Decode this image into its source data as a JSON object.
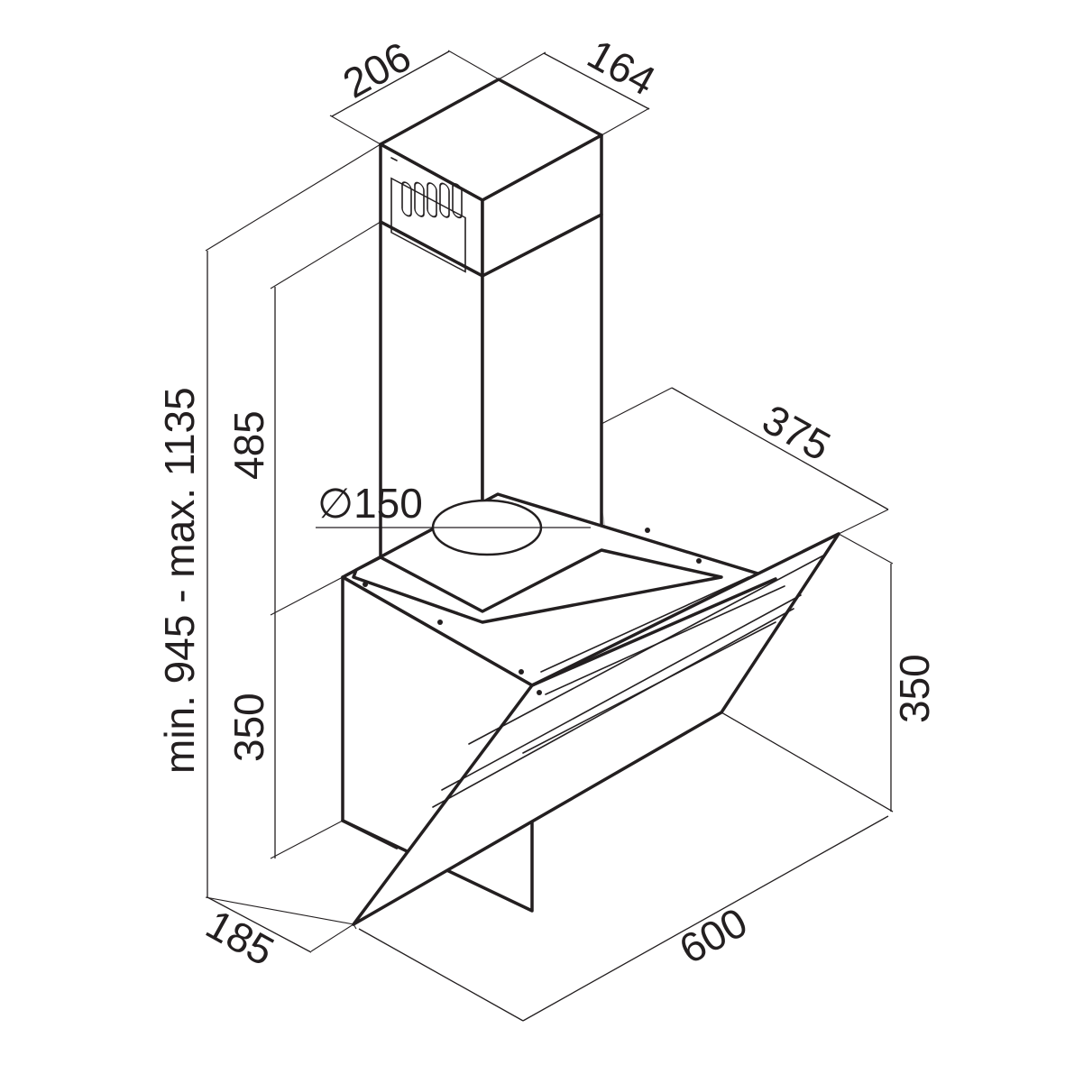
{
  "diagram": {
    "dimensions": {
      "chimney_width": "206",
      "chimney_depth": "164",
      "total_height": "min. 945 - max. 1135",
      "chimney_height": "485",
      "duct_diameter": "∅150",
      "hood_depth_top": "375",
      "hood_height_left": "350",
      "hood_height_right": "350",
      "hood_depth_bottom": "185",
      "hood_width": "600"
    },
    "colors": {
      "line": "#231f20",
      "background": "#ffffff",
      "watermark": "#d0d0d0"
    }
  }
}
